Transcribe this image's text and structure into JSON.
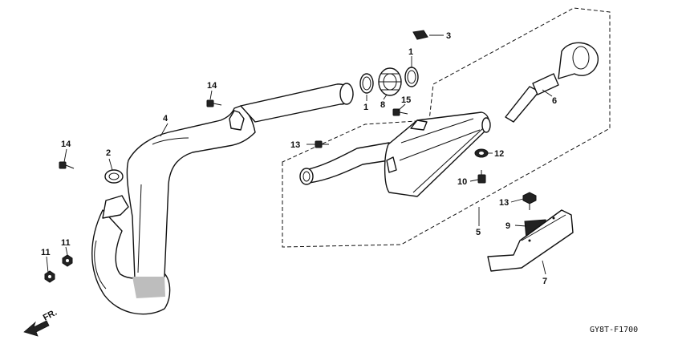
{
  "labels": {
    "p1a": "1",
    "p1b": "1",
    "p2": "2",
    "p3": "3",
    "p4": "4",
    "p5": "5",
    "p6": "6",
    "p7": "7",
    "p8": "8",
    "p9": "9",
    "p10": "10",
    "p11a": "11",
    "p11b": "11",
    "p12": "12",
    "p13a": "13",
    "p13b": "13",
    "p14a": "14",
    "p14b": "14",
    "p15": "15"
  },
  "front_marker": "FR.",
  "diagram_code": "GY8T-F1700"
}
